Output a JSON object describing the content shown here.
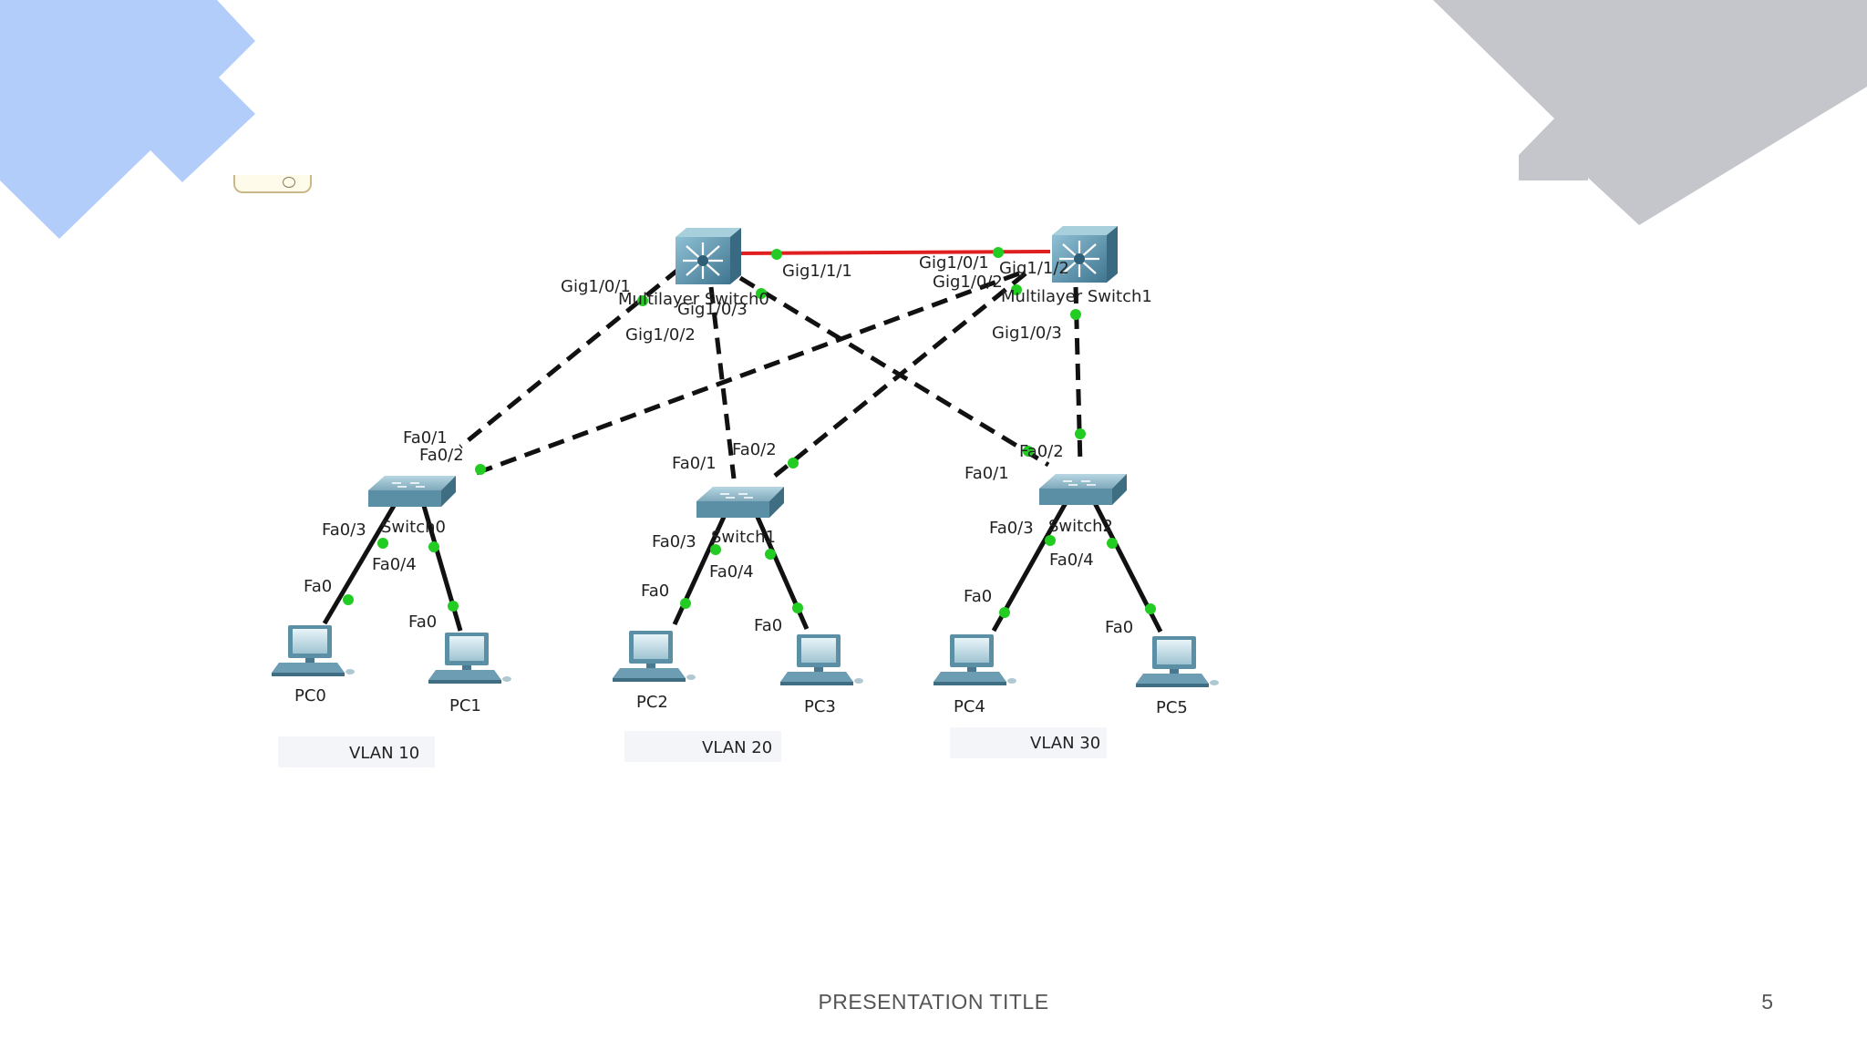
{
  "colors": {
    "deco_left": "#b3cdfa",
    "deco_right": "#c4c6cc",
    "trunk_red": "#e02020",
    "port_green": "#22cc22",
    "device": "#5b8fa6"
  },
  "devices": {
    "ml_switch_0": {
      "label": "Multilayer Switch0"
    },
    "ml_switch_1": {
      "label": "Multilayer Switch1"
    },
    "switch_0": {
      "label": "Switch0"
    },
    "switch_1": {
      "label": "Switch1"
    },
    "switch_2": {
      "label": "Switch2"
    },
    "pc0": {
      "label": "PC0"
    },
    "pc1": {
      "label": "PC1"
    },
    "pc2": {
      "label": "PC2"
    },
    "pc3": {
      "label": "PC3"
    },
    "pc4": {
      "label": "PC4"
    },
    "pc5": {
      "label": "PC5"
    }
  },
  "ports": {
    "mls0_gig101": "Gig1/0/1",
    "mls0_gig102": "Gig1/0/2",
    "mls0_gig103": "Gig1/0/3",
    "mls0_gig111": "Gig1/1/1",
    "mls1_gig101": "Gig1/0/1",
    "mls1_gig102": "Gig1/0/2",
    "mls1_gig103": "Gig1/0/3",
    "mls1_gig112": "Gig1/1/2",
    "sw0_fa01": "Fa0/1",
    "sw0_fa02": "Fa0/2",
    "sw0_fa03": "Fa0/3",
    "sw0_fa04": "Fa0/4",
    "sw1_fa01": "Fa0/1",
    "sw1_fa02": "Fa0/2",
    "sw1_fa03": "Fa0/3",
    "sw1_fa04": "Fa0/4",
    "sw2_fa01": "Fa0/1",
    "sw2_fa02": "Fa0/2",
    "sw2_fa03": "Fa0/3",
    "sw2_fa04": "Fa0/4",
    "pc0_fa0": "Fa0",
    "pc1_fa0": "Fa0",
    "pc2_fa0": "Fa0",
    "pc3_fa0": "Fa0",
    "pc4_fa0": "Fa0",
    "pc5_fa0": "Fa0"
  },
  "vlans": {
    "vlan10": "VLAN 10",
    "vlan20": "VLAN 20",
    "vlan30": "VLAN 30"
  },
  "footer": {
    "title": "PRESENTATION TITLE",
    "page": "5"
  }
}
